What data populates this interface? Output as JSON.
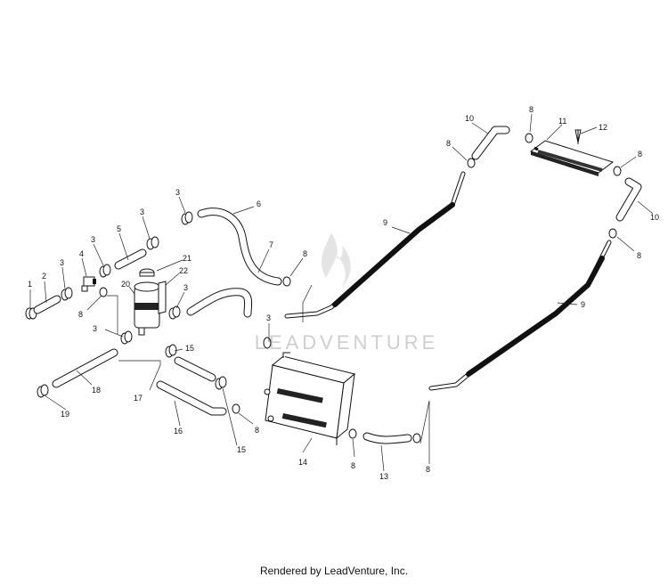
{
  "diagram": {
    "watermark": "LEADVENTURE",
    "footer": "Rendered by LeadVenture, Inc.",
    "callouts": {
      "c1": "1",
      "c2": "2",
      "c3a": "3",
      "c4": "4",
      "c3b": "3",
      "c5": "5",
      "c3c": "3",
      "c3d": "3",
      "c6": "6",
      "c7": "7",
      "c8a": "8",
      "c21": "21",
      "c22": "22",
      "c20": "20",
      "c8b": "8",
      "c3e": "3",
      "c3f": "3",
      "c3g": "3",
      "c15a": "15",
      "c17": "17",
      "c18": "18",
      "c19": "19",
      "c16": "16",
      "c15b": "15",
      "c8c": "8",
      "c14": "14",
      "c8d": "8",
      "c13": "13",
      "c8e": "8",
      "c9a": "9",
      "c9b": "9",
      "c10a": "10",
      "c8f": "8",
      "c8g": "8",
      "c11": "11",
      "c12": "12",
      "c8h": "8",
      "c10b": "10",
      "c8i": "8"
    }
  }
}
